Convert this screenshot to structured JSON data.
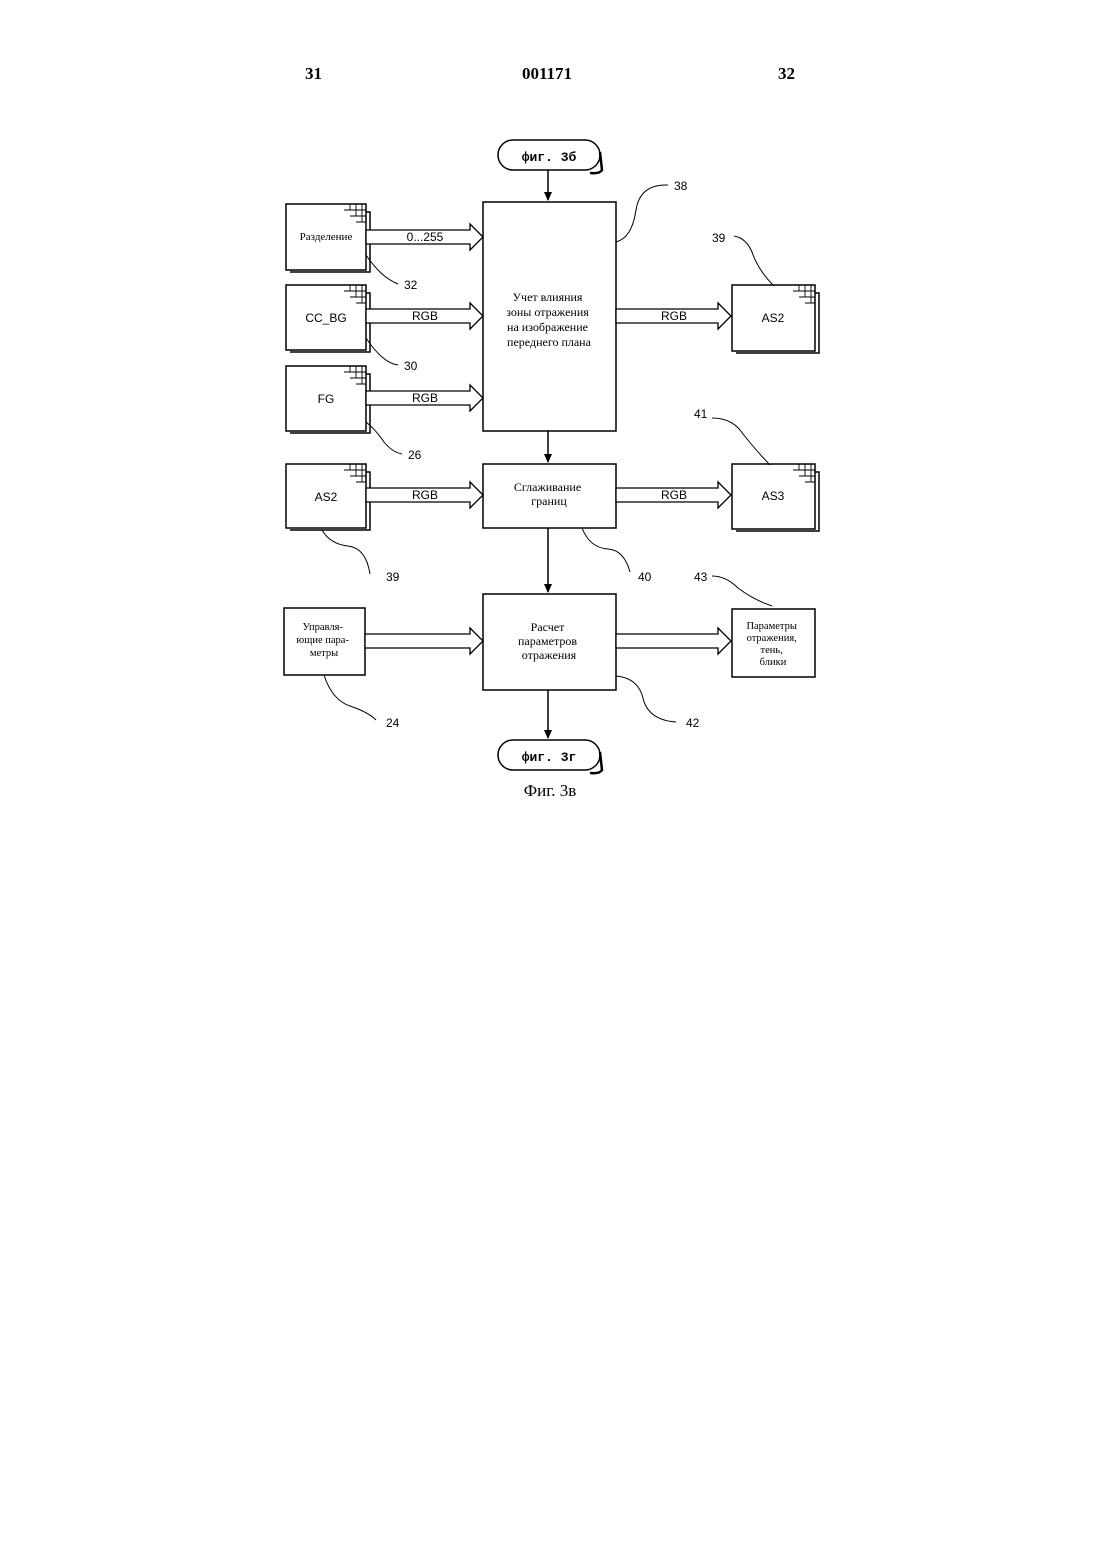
{
  "header": {
    "left_page": "31",
    "doc_number": "001171",
    "right_page": "32"
  },
  "connectors": {
    "top": "фиг. 3б",
    "bottom": "фиг. 3г"
  },
  "blocks": {
    "b38": {
      "lines": [
        "Учет влияния",
        "зоны отражения",
        "на изображение",
        "переднего плана"
      ],
      "ref": "38"
    },
    "b40": {
      "lines": [
        "Сглаживание",
        "границ"
      ],
      "ref": "40"
    },
    "b42": {
      "lines": [
        "Расчет",
        "параметров",
        "отражения"
      ],
      "ref": "42"
    }
  },
  "inputs": {
    "split": {
      "label": "Разделение",
      "ref": "32",
      "arrow": "0...255"
    },
    "ccbg": {
      "label": "CC_BG",
      "ref": "30",
      "arrow": "RGB"
    },
    "fg": {
      "label": "FG",
      "ref": "26",
      "arrow": "RGB"
    },
    "as2in": {
      "label": "AS2",
      "ref": "39",
      "arrow": "RGB"
    },
    "ctrl": {
      "lines": [
        "Управля-",
        "ющие пара-",
        "метры"
      ],
      "ref": "24"
    }
  },
  "outputs": {
    "as2out": {
      "label": "AS2",
      "ref": "39",
      "arrow": "RGB"
    },
    "as3": {
      "label": "AS3",
      "ref": "41",
      "arrow": "RGB"
    },
    "params": {
      "lines": [
        "Параметры",
        "отражения,",
        "тень,",
        "блики"
      ],
      "ref": "43"
    }
  },
  "caption": "Фиг. 3в"
}
